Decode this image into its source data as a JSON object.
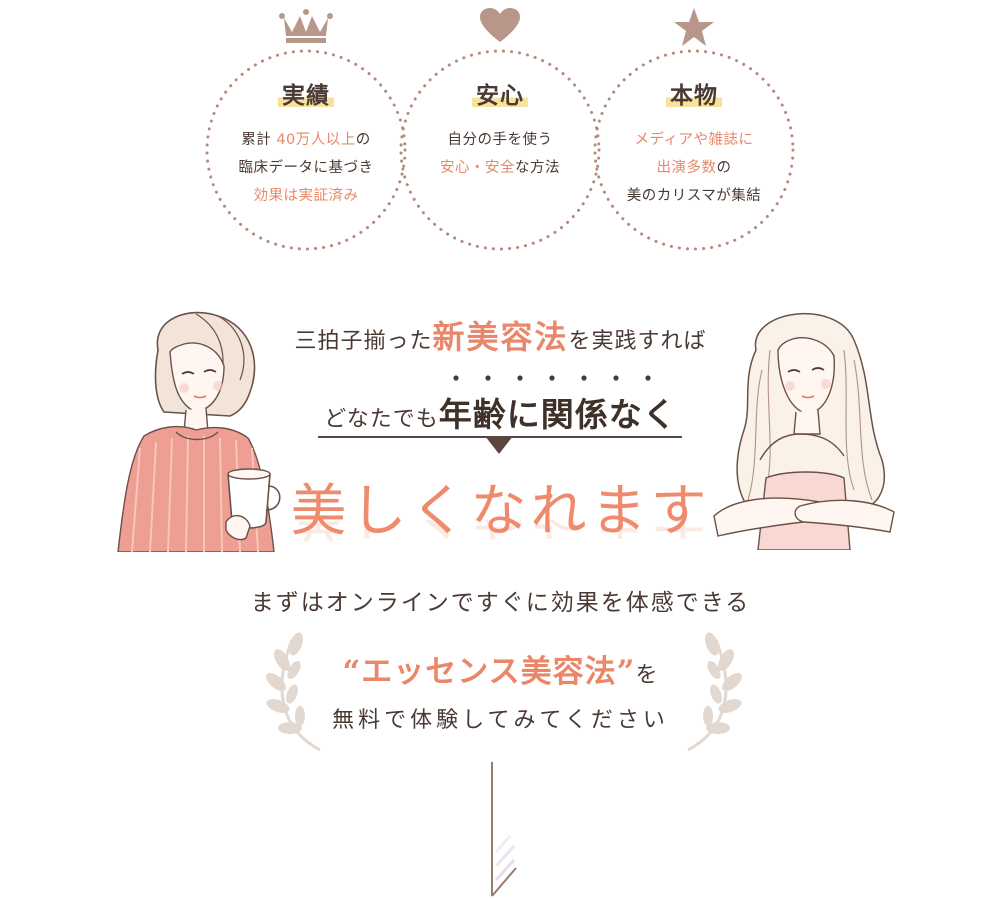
{
  "badges": [
    {
      "icon": "crown-icon",
      "title": "実績",
      "lines": [
        {
          "a": "累計 ",
          "b": "40万人以上",
          "c": "の"
        },
        {
          "a": "臨床データに基づき",
          "b": "",
          "c": ""
        },
        {
          "a": "",
          "b": "効果は実証済み",
          "c": ""
        }
      ]
    },
    {
      "icon": "heart-icon",
      "title": "安心",
      "lines": [
        {
          "a": "自分の手を使う",
          "b": "",
          "c": ""
        },
        {
          "a": "",
          "b": "安心・安全",
          "c": "な方法"
        }
      ]
    },
    {
      "icon": "star-icon",
      "title": "本物",
      "lines": [
        {
          "a": "",
          "b": "メディアや雑誌に",
          "c": ""
        },
        {
          "a": "",
          "b": "出演多数",
          "c": "の"
        },
        {
          "a": "美のカリスマが集結",
          "b": "",
          "c": ""
        }
      ]
    }
  ],
  "lead1": {
    "pre": "三拍子揃った",
    "emph": "新美容法",
    "post": "を実践すれば"
  },
  "lead2": {
    "pre": "どなたでも",
    "emph": "年齢に関係なく"
  },
  "hero": "美しくなれます",
  "lead3": "まずはオンラインですぐに効果を体感できる",
  "essence": {
    "name": "“エッセンス美容法”",
    "particle": "を"
  },
  "trial": "無料で体験してみてください",
  "colors": {
    "accent": "#ef8a6c",
    "text": "#4a3a33",
    "ring": "#b58a7a",
    "icon": "#b8978a",
    "highlight": "#f7e39b",
    "laurel": "#e2d8d0"
  }
}
